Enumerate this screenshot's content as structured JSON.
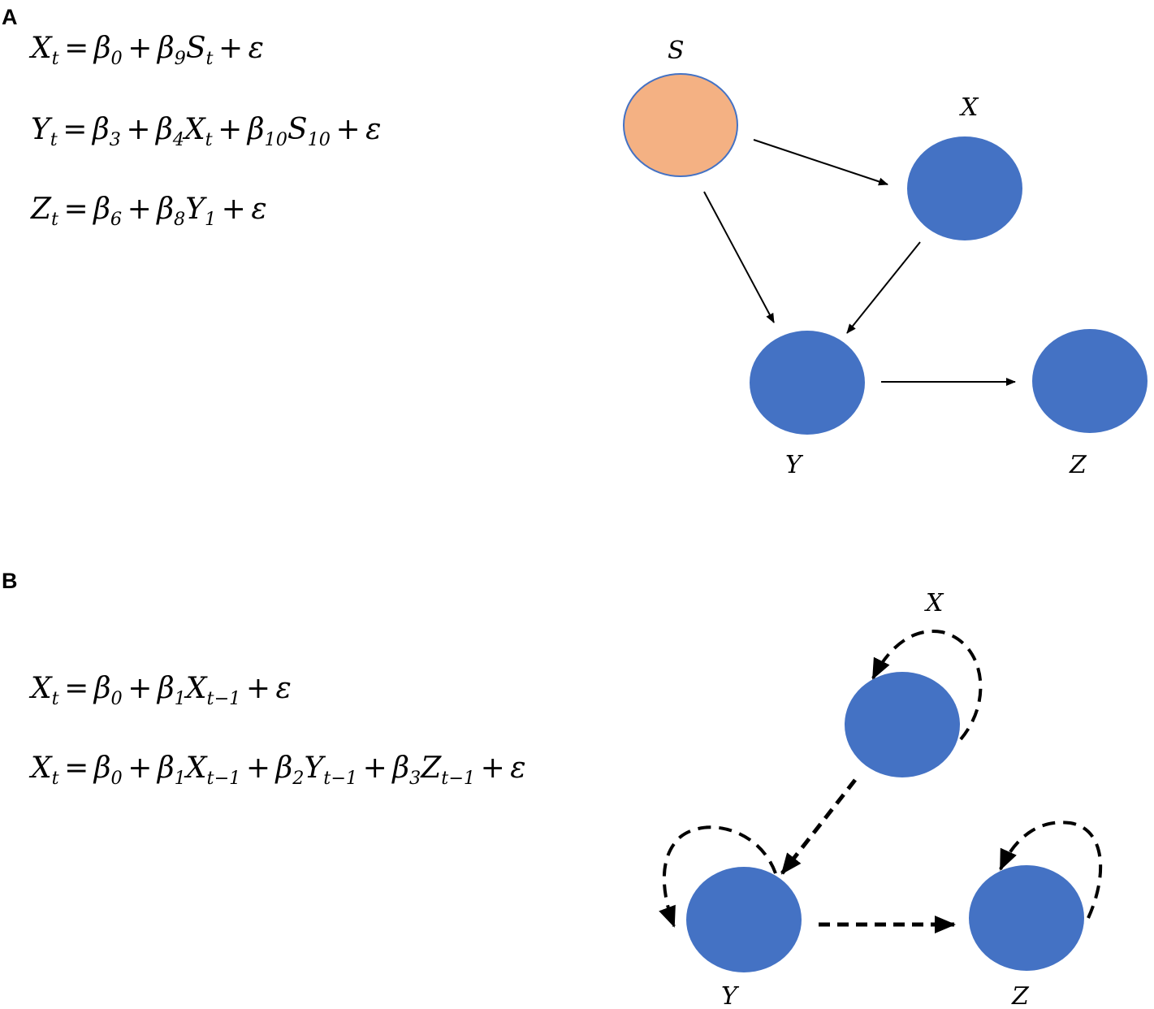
{
  "panel_a": {
    "label": "A",
    "equations": [
      {
        "lhs": "X",
        "lhs_sub": "t",
        "rhs": [
          {
            "sym": "β",
            "sub": "0"
          },
          {
            "op": "+"
          },
          {
            "sym": "β",
            "sub": "9"
          },
          {
            "sym": "S",
            "sub": "t"
          },
          {
            "op": "+"
          },
          {
            "sym": "ε",
            "sub": ""
          }
        ]
      },
      {
        "lhs": "Y",
        "lhs_sub": "t",
        "rhs": [
          {
            "sym": "β",
            "sub": "3"
          },
          {
            "op": "+"
          },
          {
            "sym": "β",
            "sub": "4"
          },
          {
            "sym": "X",
            "sub": "t"
          },
          {
            "op": "+"
          },
          {
            "sym": "β",
            "sub": "10"
          },
          {
            "sym": "S",
            "sub": "10"
          },
          {
            "op": "+"
          },
          {
            "sym": "ε",
            "sub": ""
          }
        ]
      },
      {
        "lhs": "Z",
        "lhs_sub": "t",
        "rhs": [
          {
            "sym": "β",
            "sub": "6"
          },
          {
            "op": "+"
          },
          {
            "sym": "β",
            "sub": "8"
          },
          {
            "sym": "Y",
            "sub": "1"
          },
          {
            "op": "+"
          },
          {
            "sym": "ε",
            "sub": ""
          }
        ]
      }
    ],
    "nodes": {
      "S": "S",
      "X": "X",
      "Y": "Y",
      "Z": "Z"
    },
    "colors": {
      "s_fill": "#f4b183",
      "s_stroke": "#4472c4",
      "node_fill": "#4472c4"
    }
  },
  "panel_b": {
    "label": "B",
    "equations": [
      {
        "lhs": "X",
        "lhs_sub": "t",
        "rhs": [
          {
            "sym": "β",
            "sub": "0"
          },
          {
            "op": "+"
          },
          {
            "sym": "β",
            "sub": "1"
          },
          {
            "sym": "X",
            "sub": "t−1"
          },
          {
            "op": "+"
          },
          {
            "sym": "ε",
            "sub": ""
          }
        ]
      },
      {
        "lhs": "X",
        "lhs_sub": "t",
        "rhs": [
          {
            "sym": "β",
            "sub": "0"
          },
          {
            "op": "+"
          },
          {
            "sym": "β",
            "sub": "1"
          },
          {
            "sym": "X",
            "sub": "t−1"
          },
          {
            "op": "+"
          },
          {
            "sym": "β",
            "sub": "2"
          },
          {
            "sym": "Y",
            "sub": "t−1"
          },
          {
            "op": "+"
          },
          {
            "sym": "β",
            "sub": "3"
          },
          {
            "sym": "Z",
            "sub": "t−1"
          },
          {
            "op": "+"
          },
          {
            "sym": "ε",
            "sub": ""
          }
        ]
      }
    ],
    "nodes": {
      "X": "X",
      "Y": "Y",
      "Z": "Z"
    },
    "colors": {
      "node_fill": "#4472c4"
    }
  }
}
